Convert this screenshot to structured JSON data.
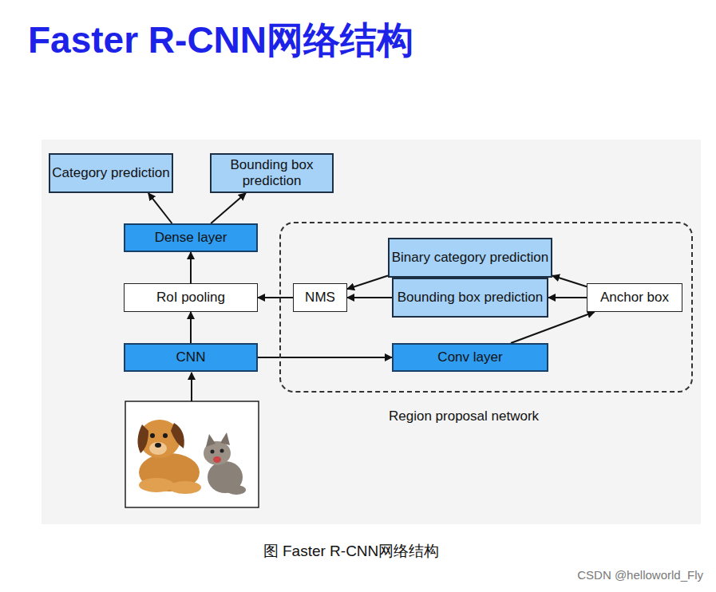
{
  "diagram": {
    "title": "Faster R-CNN网络结构",
    "caption": "图 Faster R-CNN网络结构",
    "nodes": [
      {
        "text": [
          "Category prediction"
        ]
      },
      {
        "text": [
          "Bounding box prediction"
        ]
      },
      {
        "text": [
          "Dense layer"
        ]
      },
      {
        "text": [
          "Region proposal network"
        ]
      },
      {
        "text": [
          "Binary category prediction"
        ],
        "in": 3
      },
      {
        "text": [
          "Bounding box prediction"
        ],
        "in": 3
      },
      {
        "text": [
          "RoI pooling"
        ]
      },
      {
        "text": [
          "NMS"
        ],
        "in": 3
      },
      {
        "text": [
          "Anchor box"
        ],
        "in": 3
      },
      {
        "text": [
          "CNN"
        ]
      },
      {
        "text": [
          "Conv layer"
        ],
        "in": 3
      }
    ],
    "edges": [
      {
        "from": 2,
        "to": 0,
        "arrow": "to"
      },
      {
        "from": 2,
        "to": 1,
        "arrow": "to"
      },
      {
        "from": 6,
        "to": 2,
        "arrow": "to"
      },
      {
        "from": 7,
        "to": 6,
        "arrow": "to"
      },
      {
        "from": 4,
        "to": 7,
        "arrow": "to"
      },
      {
        "from": 5,
        "to": 7,
        "arrow": "to"
      },
      {
        "from": 8,
        "to": 4,
        "arrow": "to"
      },
      {
        "from": 8,
        "to": 5,
        "arrow": "to"
      },
      {
        "from": 9,
        "to": 6,
        "arrow": "to"
      },
      {
        "from": 9,
        "to": 10,
        "arrow": "to"
      },
      {
        "from": 10,
        "to": 8,
        "arrow": "to"
      }
    ],
    "labels": [
      "CSDN @helloworld_Fly"
    ]
  }
}
